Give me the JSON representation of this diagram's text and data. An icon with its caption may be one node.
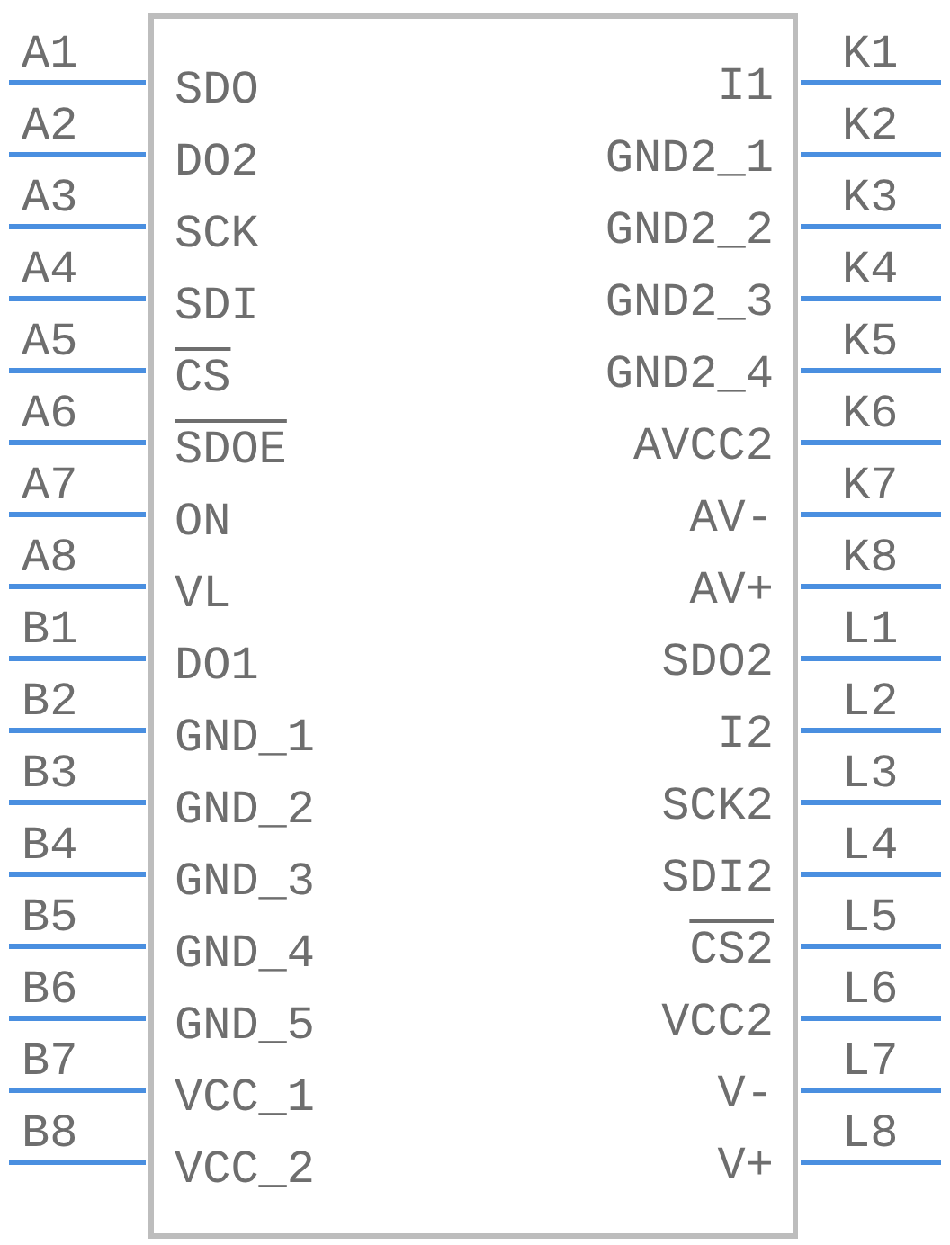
{
  "diagram": {
    "nodes": [
      {
        "text": [],
        "shape": "box"
      }
    ],
    "labels": [
      "A1",
      "SDO",
      "I1",
      "K1",
      "A2",
      "DO2",
      "GND2_1",
      "K2",
      "A3",
      "SCK",
      "GND2_2",
      "K3",
      "A4",
      "SDI",
      "GND2_3",
      "K4",
      "A5",
      "CS",
      "GND2_4",
      "K5",
      "A6",
      "SDOE",
      "AVCC2",
      "K6",
      "A7",
      "ON",
      "AV-",
      "K7",
      "A8",
      "VL",
      "AV+",
      "K8",
      "B1",
      "DO1",
      "SDO2",
      "L1",
      "B2",
      "GND_1",
      "I2",
      "L2",
      "B3",
      "GND_2",
      "SCK2",
      "L3",
      "B4",
      "GND_3",
      "SDI2",
      "L4",
      "B5",
      "GND_4",
      "CS2",
      "L5",
      "B6",
      "GND_5",
      "VCC2",
      "L6",
      "B7",
      "VCC_1",
      "V-",
      "L7",
      "B8",
      "VCC_2",
      "V+",
      "L8"
    ]
  }
}
